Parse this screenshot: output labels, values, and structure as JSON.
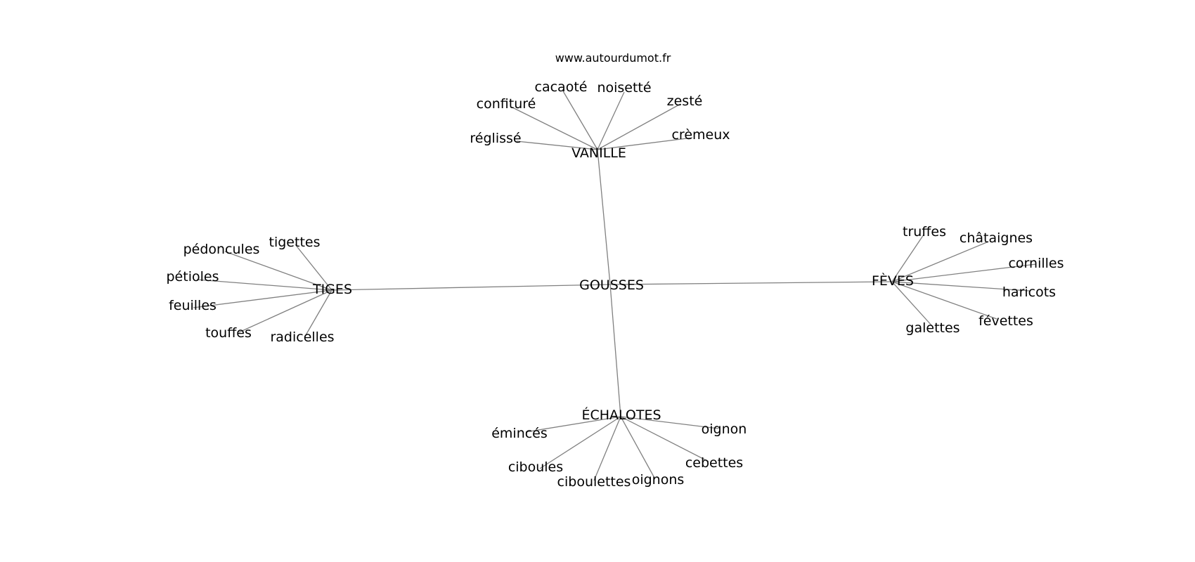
{
  "source": "www.autourdumot.fr",
  "center": {
    "id": "gousses",
    "label": "GOUSSES"
  },
  "hubs": [
    {
      "id": "vanille",
      "label": "VANILLE",
      "leaves": [
        "réglissé",
        "confituré",
        "cacaoté",
        "noisetté",
        "zesté",
        "crèmeux"
      ]
    },
    {
      "id": "tiges",
      "label": "TIGES",
      "leaves": [
        "pédoncules",
        "tigettes",
        "pétioles",
        "feuilles",
        "touffes",
        "radicelles"
      ]
    },
    {
      "id": "feves",
      "label": "FÈVES",
      "leaves": [
        "truffes",
        "châtaignes",
        "cornilles",
        "haricots",
        "févettes",
        "galettes"
      ]
    },
    {
      "id": "echalotes",
      "label": "ÉCHALOTES",
      "leaves": [
        "émincés",
        "ciboules",
        "ciboulettes",
        "oignons",
        "cebettes",
        "oignon"
      ]
    }
  ]
}
